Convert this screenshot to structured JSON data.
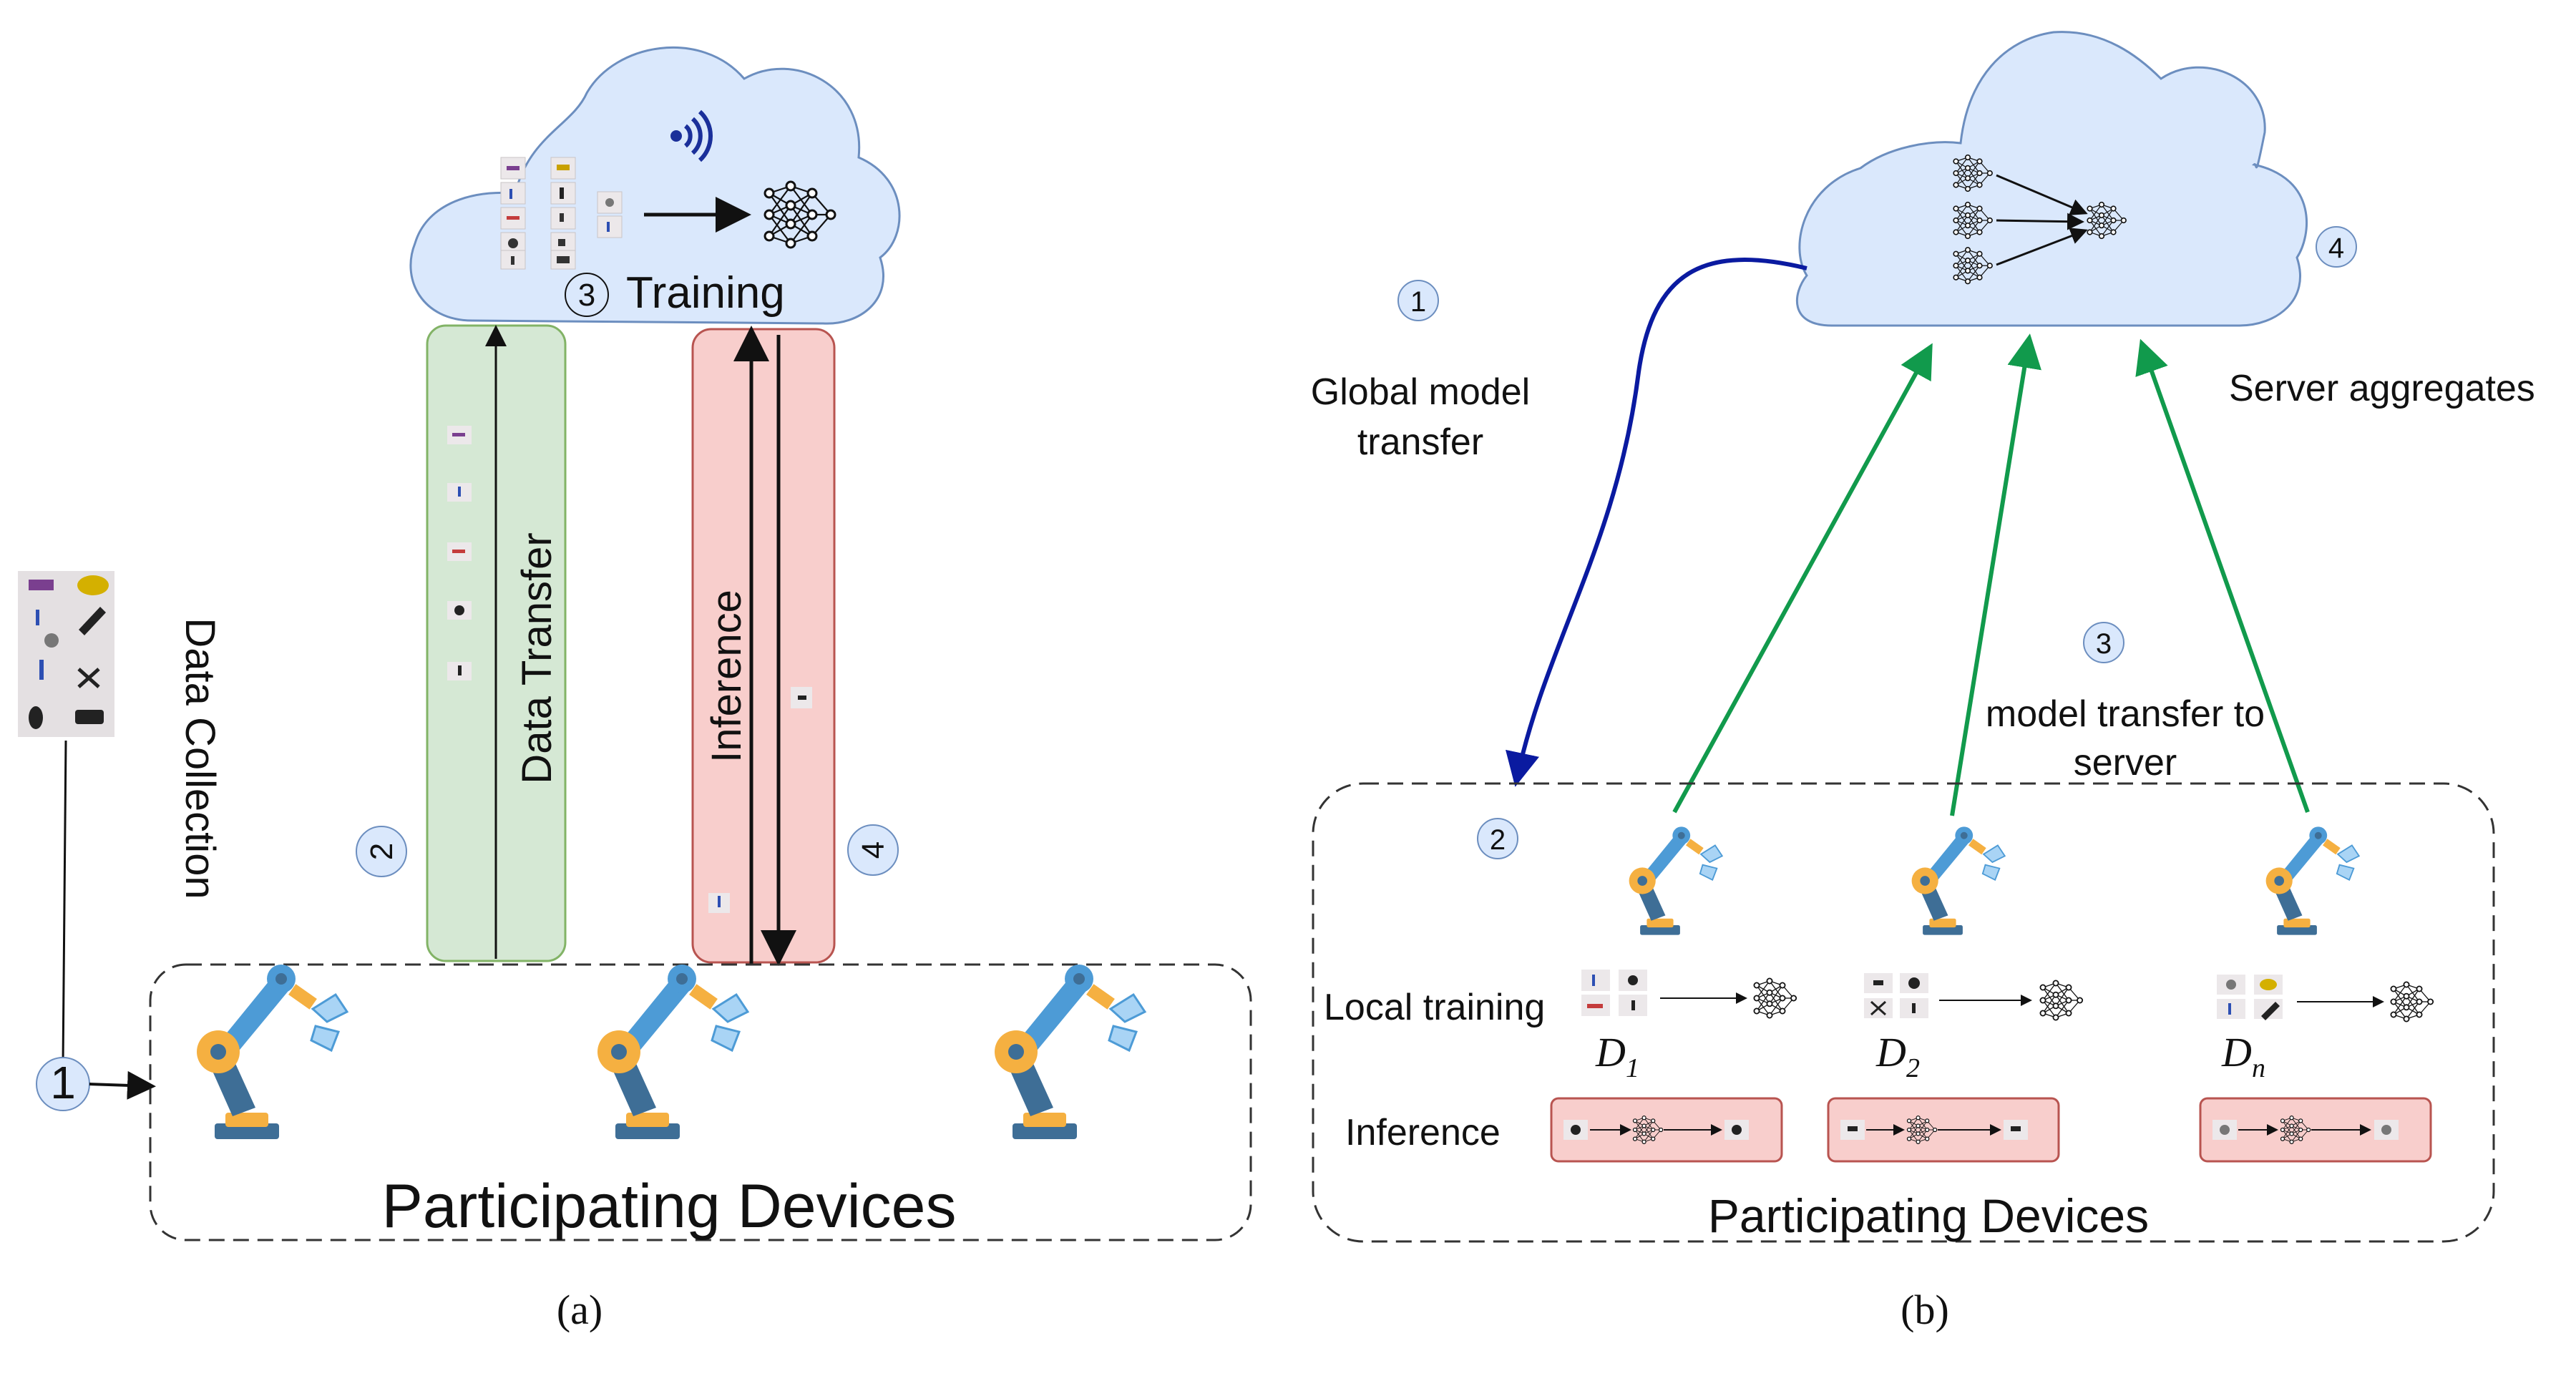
{
  "panel_a": {
    "caption": "(a)",
    "cloud_label": "Training",
    "step_training": "3",
    "data_collection_label": "Data Collection",
    "step_collection": "1",
    "data_transfer_label": "Data Transfer",
    "step_data_transfer": "2",
    "inference_label": "Inference",
    "step_inference": "4",
    "devices_label": "Participating Devices"
  },
  "panel_b": {
    "caption": "(b)",
    "step_global": "1",
    "global_model_line1": "Global model",
    "global_model_line2": "transfer",
    "step_local": "2",
    "step_transfer": "3",
    "model_transfer_line1": "model transfer to",
    "model_transfer_line2": "server",
    "step_aggregate": "4",
    "server_aggregates": "Server aggregates",
    "local_training": "Local training",
    "inference": "Inference",
    "datasets": [
      {
        "symbol": "D",
        "sub": "1"
      },
      {
        "symbol": "D",
        "sub": "2"
      },
      {
        "symbol": "D",
        "sub": "n"
      }
    ],
    "devices_label": "Participating Devices"
  },
  "colors": {
    "cloud_fill": "#dae8fc",
    "cloud_stroke": "#6c8ebf",
    "green_box_fill": "#d5e8d4",
    "green_box_stroke": "#82b366",
    "red_box_fill": "#f8cecc",
    "red_box_stroke": "#b85450",
    "global_arrow": "#0a1aa0",
    "upload_arrow": "#119a4c",
    "robot_dark": "#3e6e96",
    "robot_light": "#4d9bd6",
    "robot_joint": "#f5b041"
  },
  "icons": [
    "wifi-icon",
    "neural-network-icon",
    "robot-arm-icon",
    "object-thumbnail"
  ]
}
